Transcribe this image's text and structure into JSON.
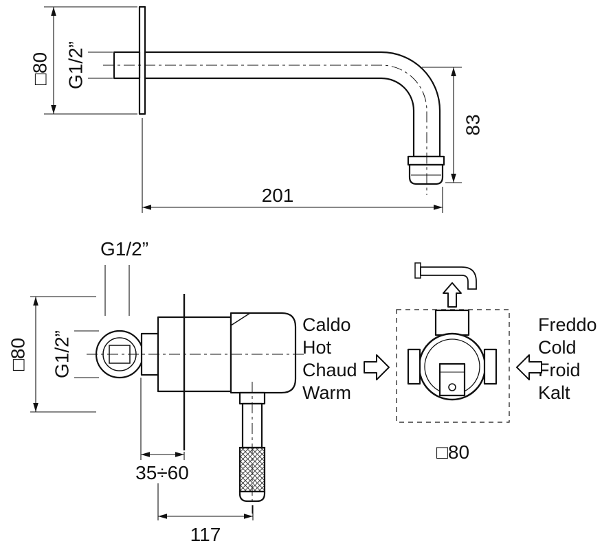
{
  "dims": {
    "top": {
      "plate": "□80",
      "thread": "G1/2”",
      "length": "201",
      "height": "83"
    },
    "side": {
      "thread_top": "G1/2”",
      "plate": "□80",
      "thread_side": "G1/2”",
      "wall_range": "35÷60",
      "depth": "117"
    },
    "front": {
      "plate": "□80"
    }
  },
  "labels": {
    "hot": [
      "Caldo",
      "Hot",
      "Chaud",
      "Warm"
    ],
    "cold": [
      "Freddo",
      "Cold",
      "Froid",
      "Kalt"
    ]
  },
  "colors": {
    "line": "#111111",
    "background": "#ffffff"
  }
}
